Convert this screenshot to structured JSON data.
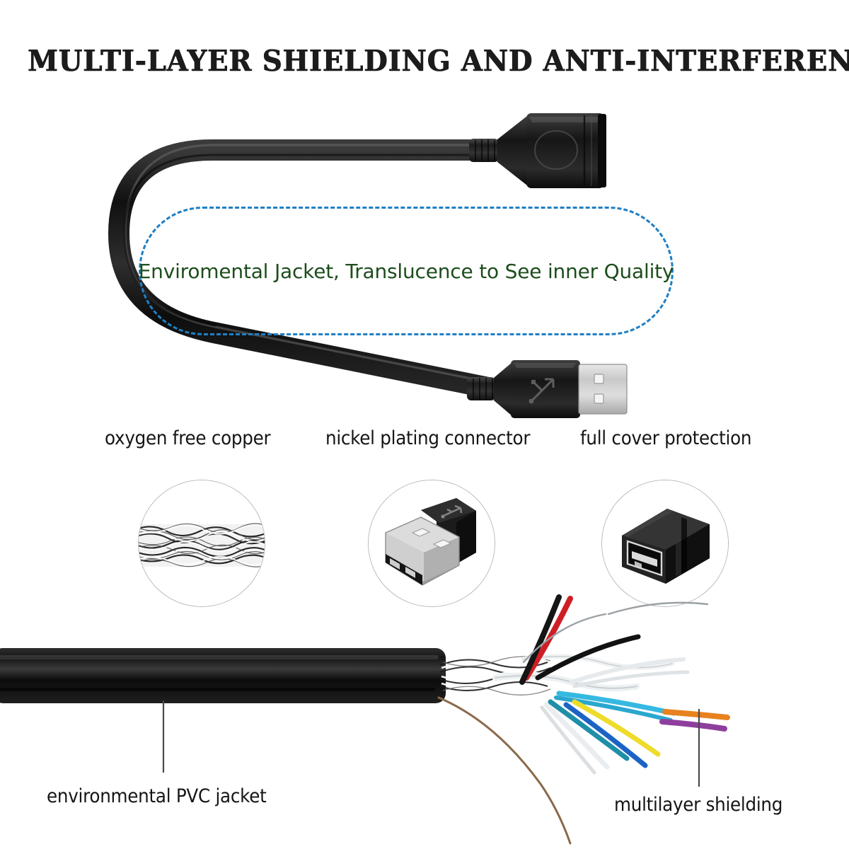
{
  "title": {
    "text": "MULTI-LAYER SHIELDING AND ANTI-INTERFERENCE"
  },
  "callout": {
    "label": "Enviromental Jacket, Translucence to See inner Quality",
    "border_color": "#1f7fc4",
    "text_color": "#1c4d1c"
  },
  "features": [
    {
      "label": "oxygen free copper",
      "icon": "braided-copper-shield-icon"
    },
    {
      "label": "nickel plating connector",
      "icon": "usb-a-male-connector-icon"
    },
    {
      "label": "full cover protection",
      "icon": "usb-a-female-port-icon"
    }
  ],
  "bottom_labels": [
    {
      "label": "environmental PVC jacket"
    },
    {
      "label": "multilayer shielding"
    }
  ],
  "product": {
    "cable_color": "#191919",
    "female_connector": "usb-a-female-icon",
    "male_connector": "usb-a-male-icon"
  },
  "wires": [
    {
      "name": "power-red",
      "color": "#cf1f24"
    },
    {
      "name": "ground-black",
      "color": "#151515"
    },
    {
      "name": "data-cyan",
      "color": "#35b9e0"
    },
    {
      "name": "data-blue",
      "color": "#1b63c4"
    },
    {
      "name": "data-teal",
      "color": "#1f8fa8"
    },
    {
      "name": "signal-orange",
      "color": "#e8821f"
    },
    {
      "name": "signal-purple",
      "color": "#8e3f9e"
    },
    {
      "name": "signal-yellow",
      "color": "#eedc2a"
    },
    {
      "name": "foil-white",
      "color": "#e2e6e8"
    },
    {
      "name": "drain-brown",
      "color": "#8a6a4a"
    }
  ]
}
